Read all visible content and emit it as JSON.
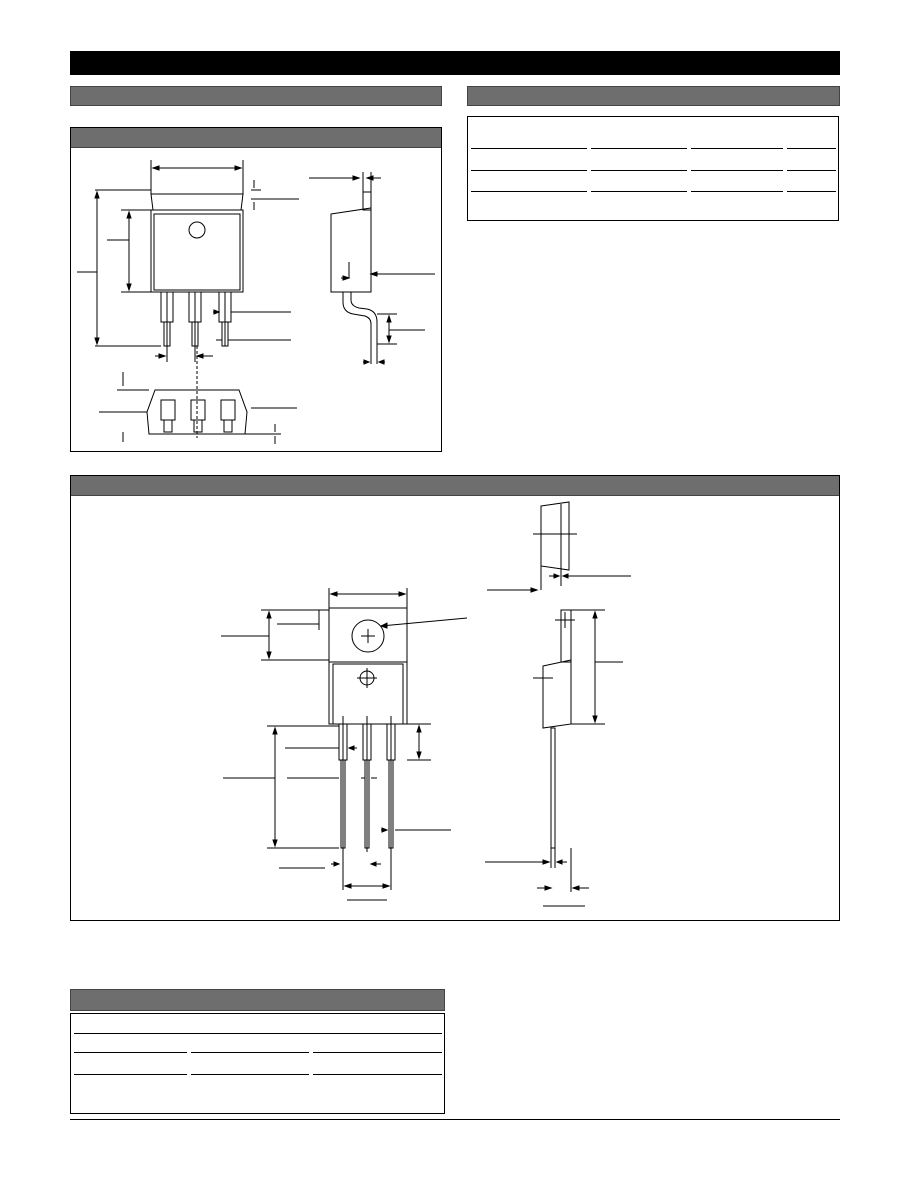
{
  "page": {
    "title_bar": "",
    "section_left_header": "",
    "section_right_header": "",
    "panel_top_left_header": "",
    "panel_bottom_header": "",
    "panel_lower_left_header": ""
  },
  "colors": {
    "title_bar": "#000000",
    "section_header": "#6e6e6e",
    "line": "#000000"
  },
  "drawings": {
    "top_left": [
      "front-view",
      "side-view",
      "bottom-view"
    ],
    "bottom": [
      "front-view",
      "side-view",
      "top-view"
    ]
  }
}
